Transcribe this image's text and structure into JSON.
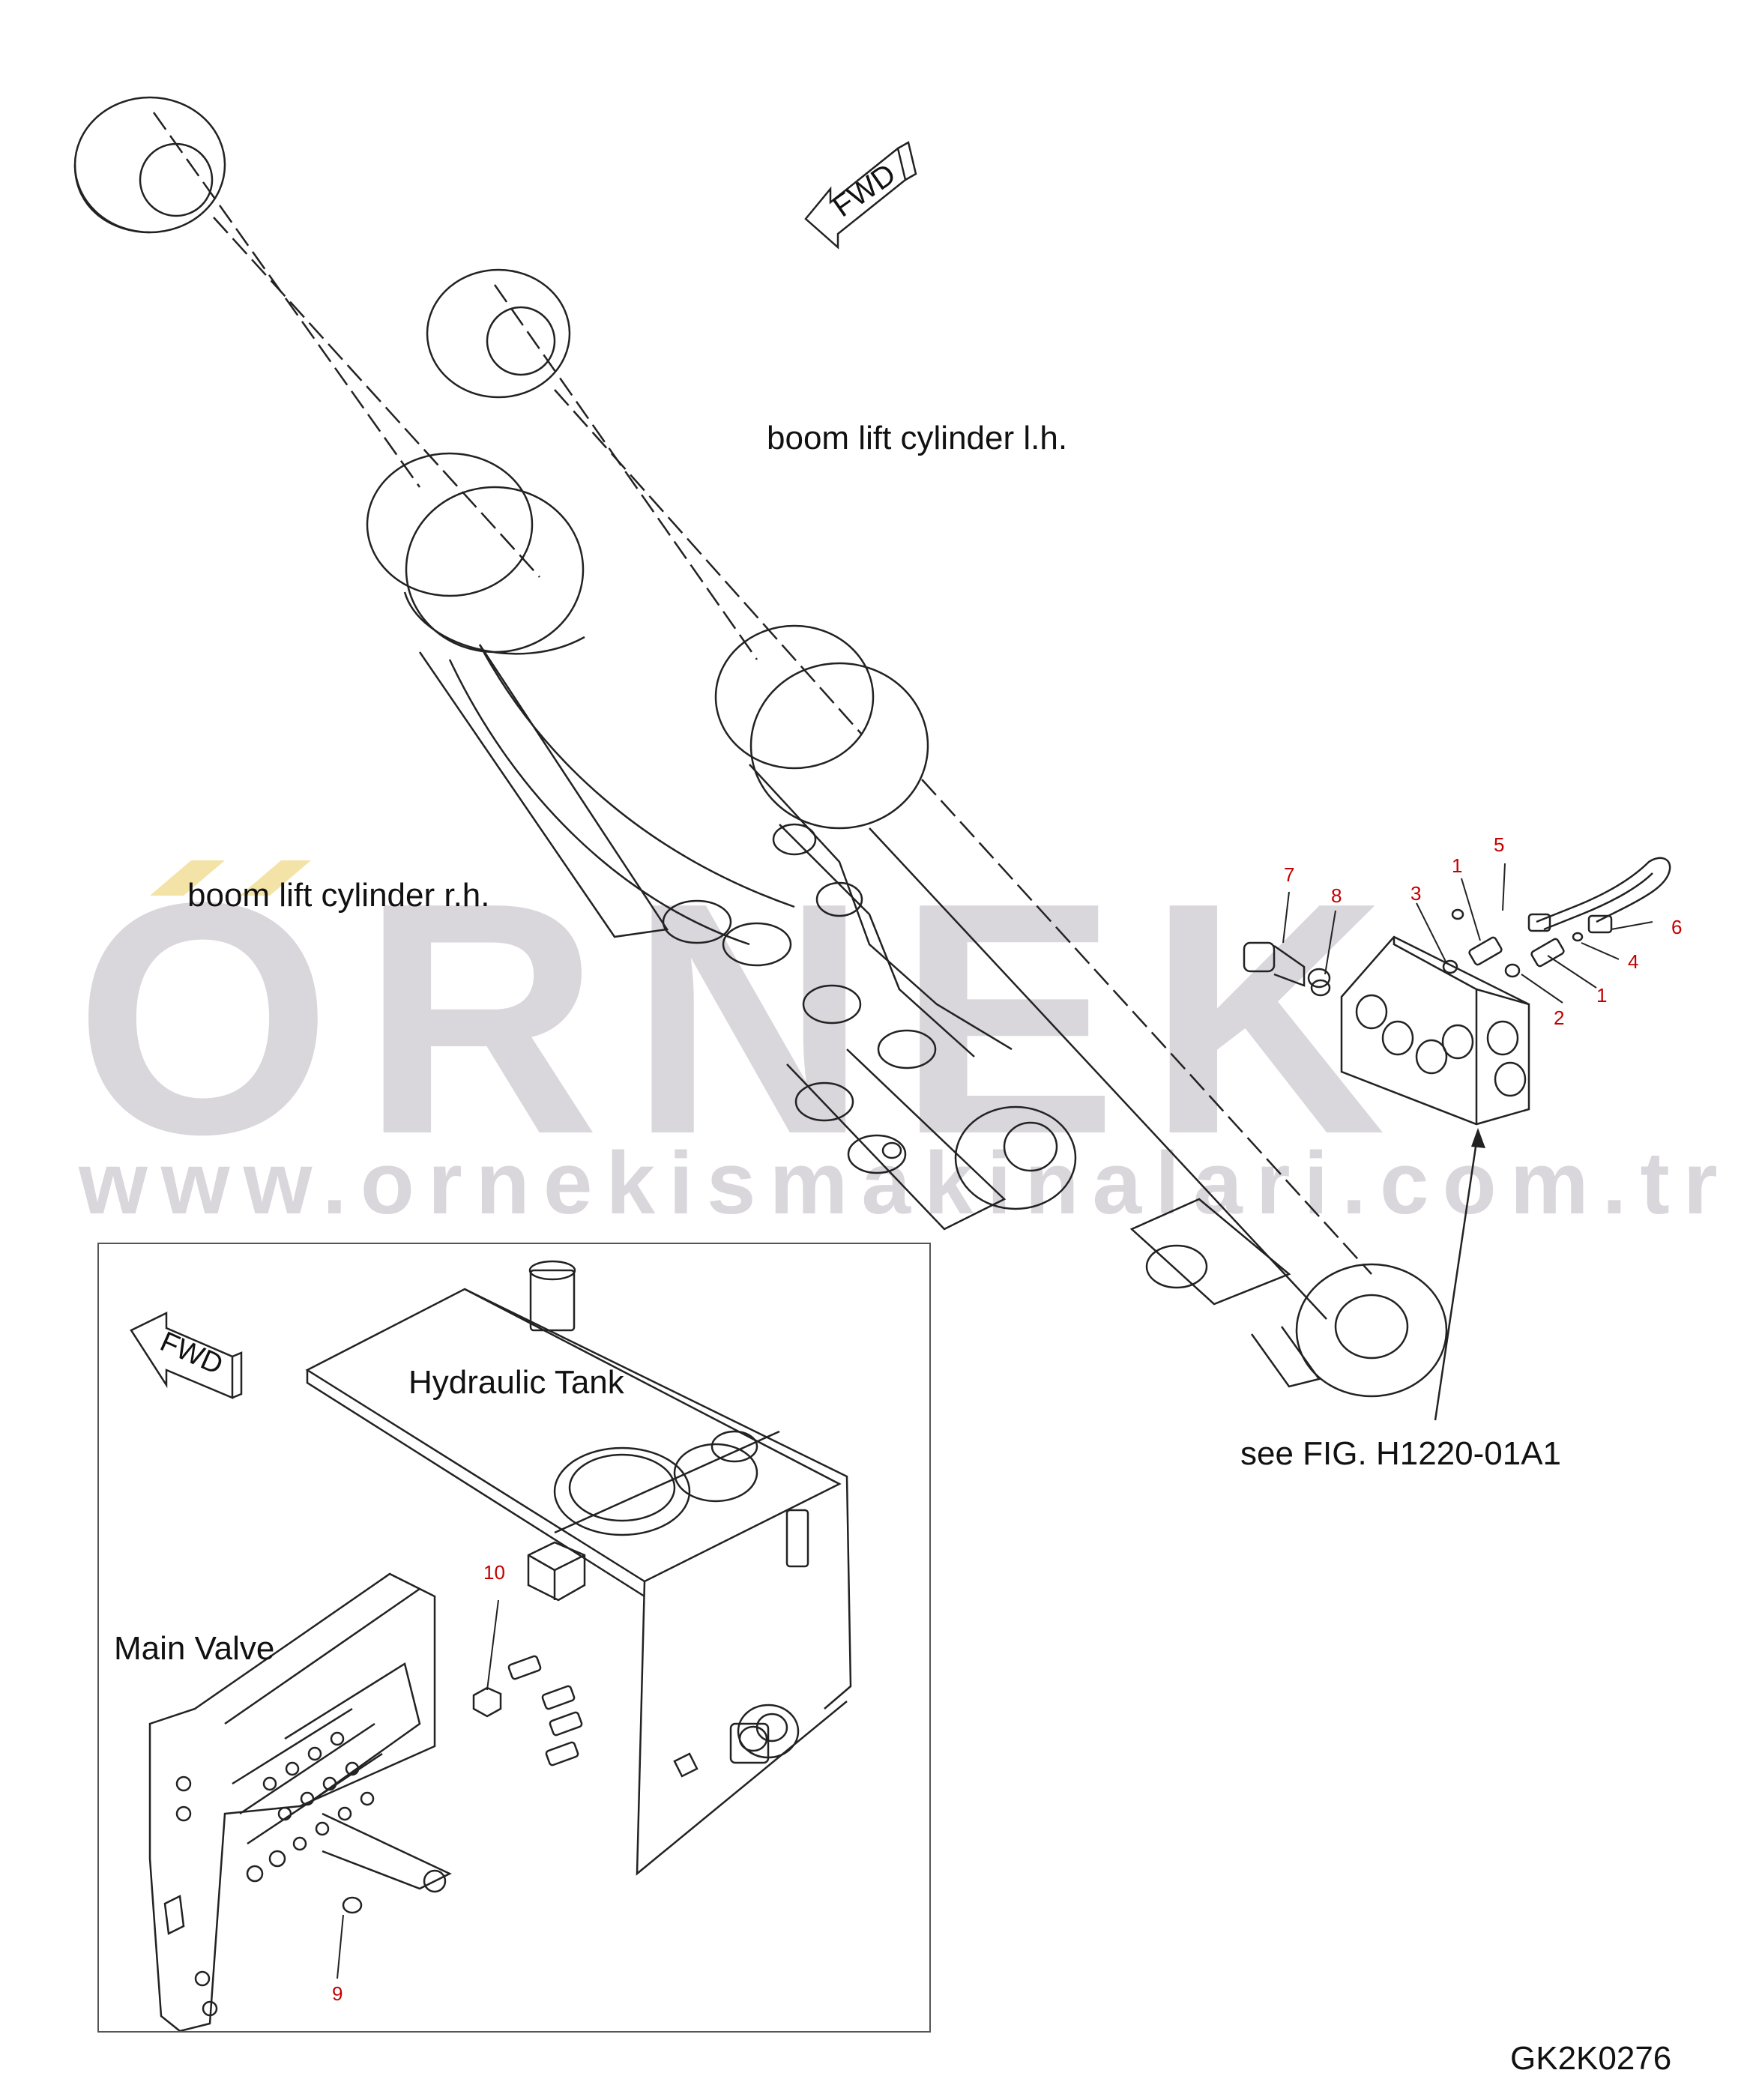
{
  "labels": {
    "boom_lh": "boom lift cylinder l.h.",
    "boom_rh": "boom lift cylinder r.h.",
    "see_fig": "see FIG. H1220-01A1",
    "hydraulic_tank": "Hydraulic Tank",
    "main_valve": "Main Valve",
    "drawing_code": "GK2K0276",
    "fwd_main": "FWD",
    "fwd_inset": "FWD"
  },
  "watermark": {
    "brand": "ORNEK",
    "url": "www.ornekismakinalari.com.tr",
    "color": "#d9d6dc",
    "accent_color": "#f3e3a6"
  },
  "callouts": {
    "c1a": "1",
    "c1b": "1",
    "c2": "2",
    "c3": "3",
    "c4": "4",
    "c5": "5",
    "c6": "6",
    "c7": "7",
    "c8": "8",
    "c9": "9",
    "c10": "10"
  },
  "colors": {
    "callout": "#c40000",
    "line": "#222222"
  }
}
